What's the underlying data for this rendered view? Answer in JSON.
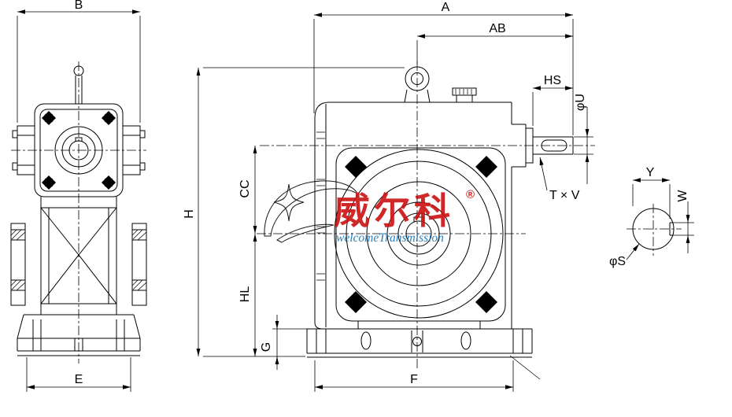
{
  "dimensions": {
    "b": "B",
    "a": "A",
    "ab": "AB",
    "hs": "HS",
    "phi_u": "φU",
    "h": "H",
    "cc": "CC",
    "hl": "HL",
    "g": "G",
    "e": "E",
    "f": "F",
    "t_x_v": "T × V",
    "y": "Y",
    "w": "W",
    "phi_s": "φS"
  },
  "watermark": {
    "brand": "威尔科",
    "registered": "®",
    "tagline": "welcomeTransmission",
    "brand_color": "#cc1111",
    "logo_color": "#1a6fad"
  },
  "canvas": {
    "background": "#ffffff",
    "line_color": "#000000"
  }
}
